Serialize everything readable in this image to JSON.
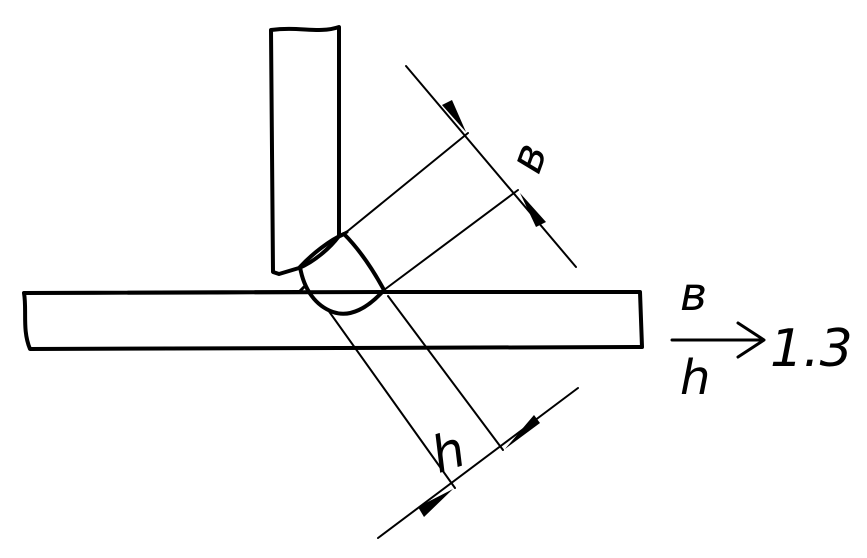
{
  "diagram": {
    "labels": {
      "weld_width": "в",
      "penetration_depth": "h",
      "ratio_numerator": "в",
      "ratio_denominator": "h",
      "ratio_value": "1.3"
    },
    "colors": {
      "ink": "#000000",
      "background": "#ffffff"
    }
  }
}
